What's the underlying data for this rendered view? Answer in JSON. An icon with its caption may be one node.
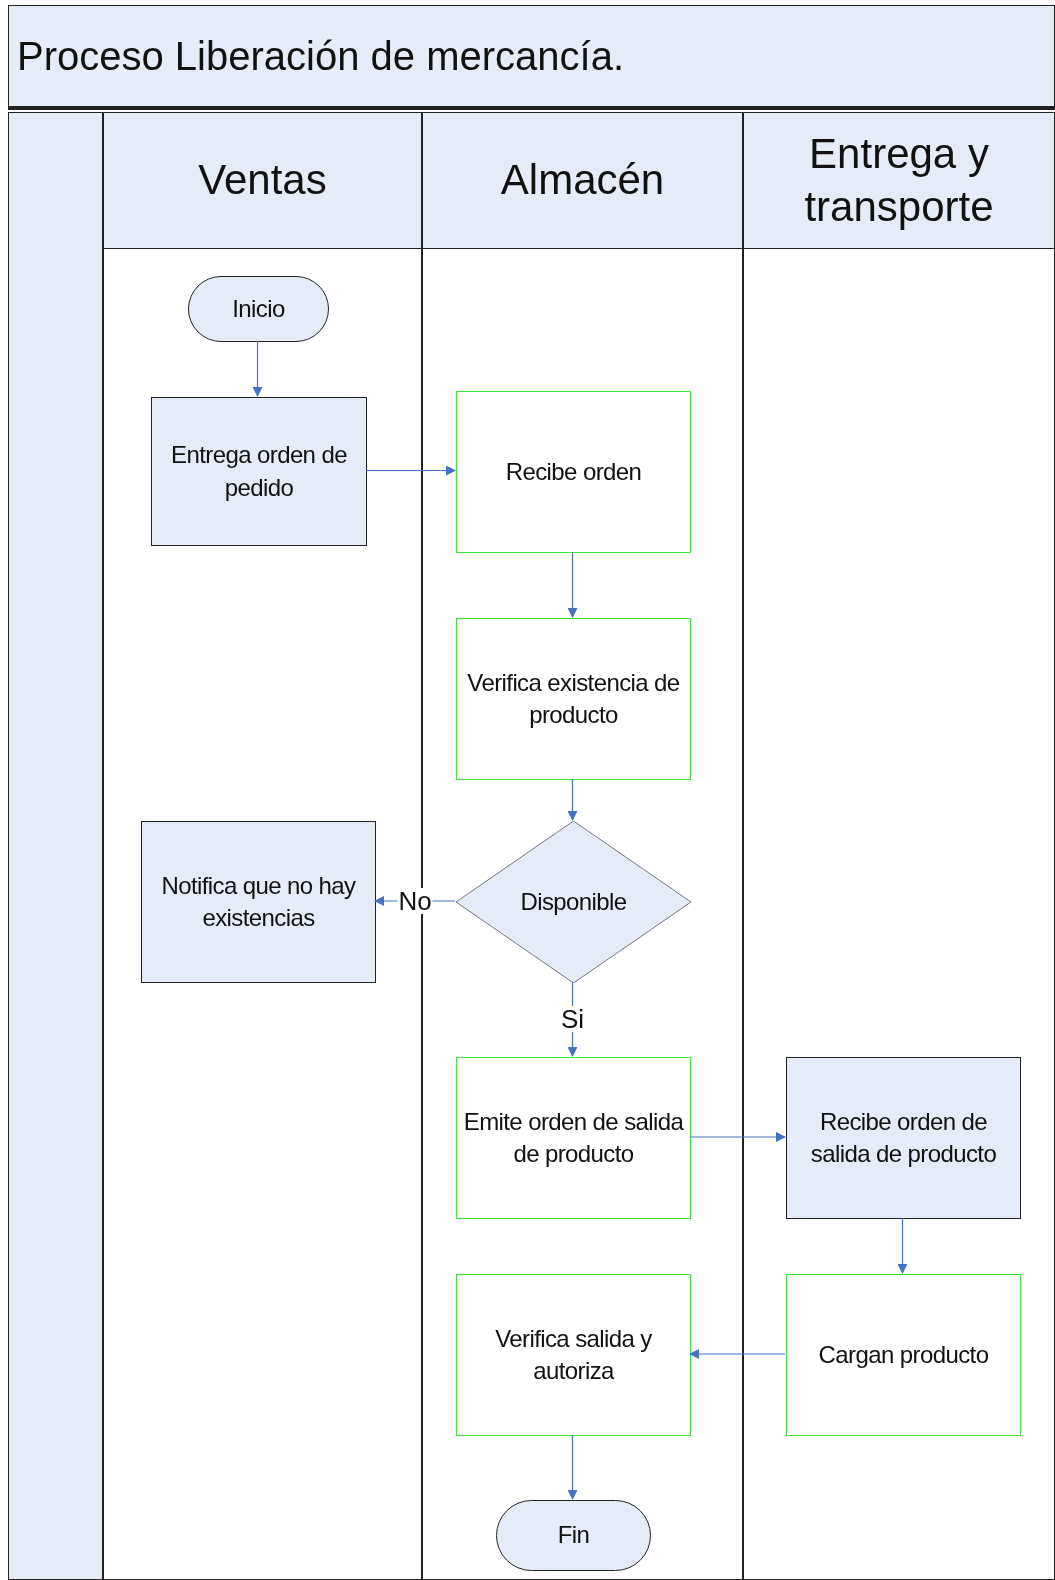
{
  "diagram": {
    "title": "Proceso Liberación de mercancía.",
    "nodes": [
      {
        "text": [
          "Ventas"
        ]
      },
      {
        "text": [
          "Almacén"
        ]
      },
      {
        "text": [
          "Entrega y transporte"
        ]
      },
      {
        "text": [
          "Inicio"
        ],
        "in": 0
      },
      {
        "text": [
          "Entrega orden de pedido"
        ],
        "in": 0
      },
      {
        "text": [
          "Recibe orden"
        ],
        "in": 1
      },
      {
        "text": [
          "Verifica existencia de producto"
        ],
        "in": 1
      },
      {
        "text": [
          "Notifica que no hay existencias"
        ],
        "in": 0
      },
      {
        "text": [
          "Disponible"
        ],
        "in": 1
      },
      {
        "text": [
          "Emite orden de salida de producto"
        ],
        "in": 1
      },
      {
        "text": [
          "Recibe orden de salida de producto"
        ],
        "in": 2
      },
      {
        "text": [
          "Verifica salida y autoriza"
        ],
        "in": 1
      },
      {
        "text": [
          "Cargan producto"
        ],
        "in": 2
      },
      {
        "text": [
          "Fin"
        ],
        "in": 1
      }
    ],
    "edges": [
      {
        "from": 3,
        "to": 4,
        "arrow": "to"
      },
      {
        "from": 4,
        "to": 5,
        "arrow": "to"
      },
      {
        "from": 5,
        "to": 6,
        "arrow": "to"
      },
      {
        "from": 6,
        "to": 8,
        "arrow": "to"
      },
      {
        "from": 8,
        "to": 7,
        "arrow": "to",
        "label": "No"
      },
      {
        "from": 8,
        "to": 9,
        "arrow": "to",
        "label": "Si"
      },
      {
        "from": 9,
        "to": 10,
        "arrow": "to"
      },
      {
        "from": 10,
        "to": 12,
        "arrow": "to"
      },
      {
        "from": 12,
        "to": 11,
        "arrow": "to"
      },
      {
        "from": 11,
        "to": 13,
        "arrow": "to"
      }
    ]
  }
}
